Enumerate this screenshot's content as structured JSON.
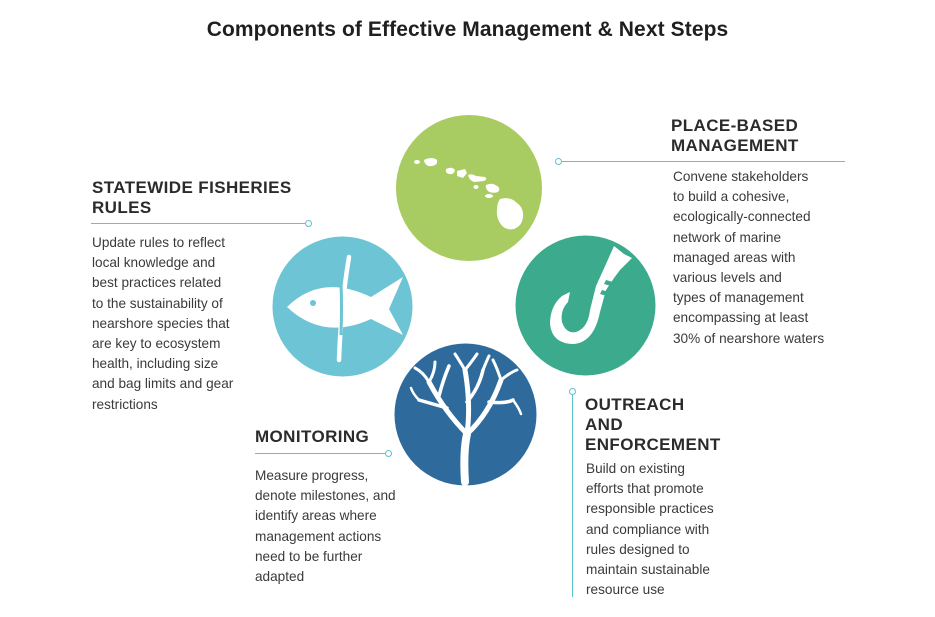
{
  "title": "Components of Effective Management & Next Steps",
  "sections": {
    "place_based": {
      "heading_line1": "PLACE-BASED",
      "heading_line2": "MANAGEMENT",
      "lines": [
        "Convene stakeholders",
        "to build a cohesive,",
        "ecologically-connected",
        "network of marine",
        "managed areas with",
        "various levels and",
        "types of management",
        "encompassing at least",
        "30% of nearshore waters"
      ],
      "icon": "hawaiian-islands-icon",
      "color": "#a9cc62"
    },
    "statewide_rules": {
      "heading_line1": "STATEWIDE FISHERIES",
      "heading_line2": "RULES",
      "lines": [
        "Update rules to reflect",
        "local knowledge and",
        "best practices related",
        "to the sustainability of",
        "nearshore species that",
        "are key to ecosystem",
        "health, including size",
        "and bag limits and gear",
        "restrictions"
      ],
      "icon": "fish-icon",
      "color": "#6cc4d4"
    },
    "outreach": {
      "heading_line1": "OUTREACH",
      "heading_line2": "AND",
      "heading_line3": "ENFORCEMENT",
      "lines": [
        "Build on existing",
        "efforts that promote",
        "responsible practices",
        "and compliance with",
        "rules designed to",
        "maintain sustainable",
        "resource use"
      ],
      "icon": "fish-hook-icon",
      "color": "#3caa8c"
    },
    "monitoring": {
      "heading_line1": "MONITORING",
      "lines": [
        "Measure progress,",
        "denote milestones, and",
        "identify areas where",
        "management actions",
        "need to be further",
        "adapted"
      ],
      "icon": "coral-icon",
      "color": "#2e6b9c"
    }
  },
  "accent_color": "#5bc4cf"
}
